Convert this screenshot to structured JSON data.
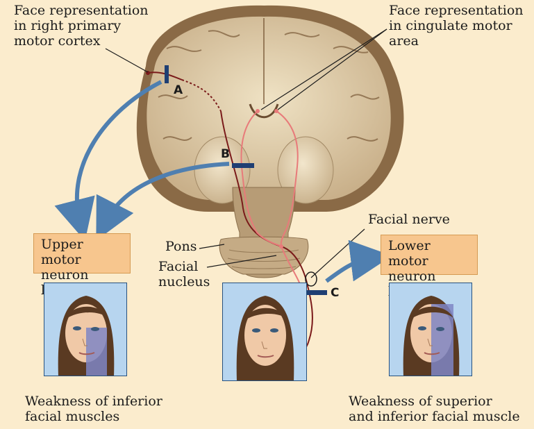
{
  "labels": {
    "face_rep_primary": "Face representation\nin right primary\nmotor cortex",
    "face_rep_cingulate": "Face representation\nin cingulate motor\narea",
    "facial_nerve": "Facial nerve",
    "pons": "Pons",
    "facial_nucleus": "Facial\nnucleus",
    "upper_lesion": "Upper motor\nneuron lesion",
    "lower_lesion": "Lower motor\nneuron lesion",
    "weakness_inferior": "Weakness of inferior\nfacial muscles",
    "weakness_both": "Weakness of superior\nand inferior facial muscle"
  },
  "lesion_sites": [
    "A",
    "B",
    "C"
  ],
  "colors": {
    "background": "#fbeccd",
    "box_fill": "#f7c68e",
    "lesion_marker": "#1f3f73",
    "arrow": "#4f7fb0",
    "crossed_pathway": "#7a1a1a",
    "uncrossed_pathway": "#e87a7a",
    "panel_bg": "#b7d5ef",
    "weakness_shade": "#7f86c4"
  },
  "icons": {
    "brain": "coronal-brain-section",
    "face": "face-portrait"
  }
}
